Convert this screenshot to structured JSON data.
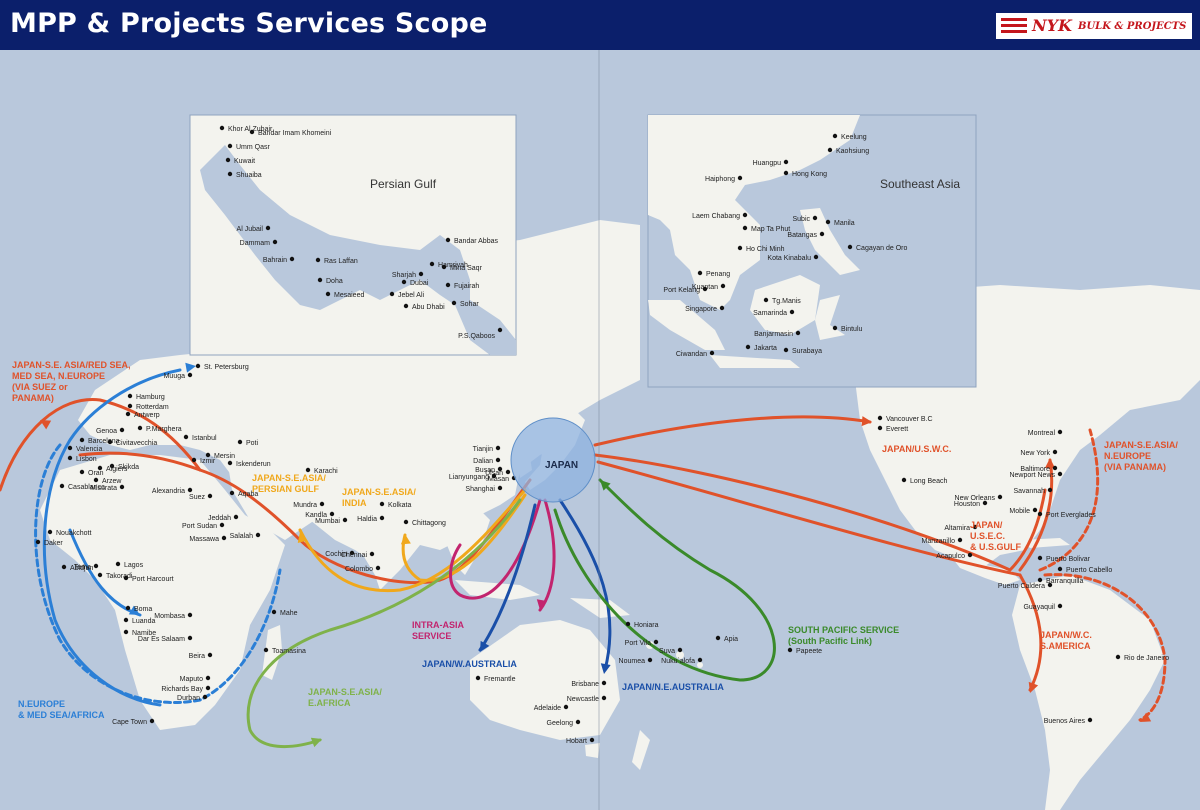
{
  "header": {
    "title": "MPP & Projects Services Scope",
    "brand_main": "NYK",
    "brand_sub": "BULK & PROJECTS"
  },
  "colors": {
    "background": "#b9c8dc",
    "land": "#f3f3ee",
    "header": "#0b1f6b",
    "red": "#e0522a",
    "blue": "#2b7fd6",
    "orange": "#f0a81c",
    "green_light": "#7fb24a",
    "green_dark": "#3a8a2a",
    "magenta": "#c2246e",
    "navy": "#1a4fa8"
  },
  "insets": {
    "persian_gulf": {
      "title": "Persian Gulf",
      "ports": [
        "Khor Al Zubair",
        "Bandar Imam Khomeini",
        "Umm Qasr",
        "Kuwait",
        "Shuaiba",
        "Al Jubail",
        "Dammam",
        "Bahrain",
        "Ras Laffan",
        "Doha",
        "Mesaieed",
        "Hamriyah",
        "Sharjah",
        "Dubai",
        "Jebel Ali",
        "Abu Dhabi",
        "Mina Saqr",
        "Fujairah",
        "Sohar",
        "Bandar Abbas",
        "P.S.Qaboos"
      ]
    },
    "southeast_asia": {
      "title": "Southeast Asia",
      "ports": [
        "Keelung",
        "Kaohsiung",
        "Huangpu",
        "Hong Kong",
        "Haiphong",
        "Laem Chabang",
        "Map Ta Phut",
        "Ho Chi Minh",
        "Subic",
        "Manila",
        "Batangas",
        "Cagayan de Oro",
        "Kota Kinabalu",
        "Penang",
        "Kuantan",
        "Port Kelang",
        "Singapore",
        "Tg.Manis",
        "Samarinda",
        "Bintulu",
        "Banjarmasin",
        "Jakarta",
        "Surabaya",
        "Ciwandan"
      ]
    }
  },
  "routes": [
    {
      "label_lines": [
        "JAPAN-S.E. ASIA/RED SEA,",
        "MED SEA, N.EUROPE",
        "(VIA SUEZ or",
        "PANAMA)"
      ],
      "color": "red"
    },
    {
      "label_lines": [
        "JAPAN-S.E.ASIA/",
        "PERSIAN GULF"
      ],
      "color": "orange"
    },
    {
      "label_lines": [
        "JAPAN-S.E.ASIA/",
        "INDIA"
      ],
      "color": "orange"
    },
    {
      "label_lines": [
        "INTRA-ASIA",
        "SERVICE"
      ],
      "color": "magenta"
    },
    {
      "label_lines": [
        "JAPAN/W.AUSTRALIA"
      ],
      "color": "navy"
    },
    {
      "label_lines": [
        "JAPAN/N.E.AUSTRALIA"
      ],
      "color": "navy"
    },
    {
      "label_lines": [
        "SOUTH PACIFIC SERVICE",
        "(South Pacific Link)"
      ],
      "color": "green_dark"
    },
    {
      "label_lines": [
        "JAPAN-S.E.ASIA/",
        "E.AFRICA"
      ],
      "color": "green_light"
    },
    {
      "label_lines": [
        "N.EUROPE",
        "& MED SEA/AFRICA"
      ],
      "color": "blue"
    },
    {
      "label_lines": [
        "JAPAN/U.S.W.C."
      ],
      "color": "red"
    },
    {
      "label_lines": [
        "JAPAN/",
        "U.S.E.C.",
        "& U.S.GULF"
      ],
      "color": "red"
    },
    {
      "label_lines": [
        "JAPAN-S.E.ASIA/",
        "N.EUROPE",
        "(VIA PANAMA)"
      ],
      "color": "red"
    },
    {
      "label_lines": [
        "JAPAN/W.C.",
        "S.AMERICA"
      ],
      "color": "red"
    }
  ],
  "hub": {
    "label": "JAPAN"
  },
  "ports": {
    "europe_africa": [
      "St. Petersburg",
      "Muuga",
      "Hamburg",
      "Rotterdam",
      "Antwerp",
      "Genoa",
      "P.Marghera",
      "Barcelona",
      "Civitavecchia",
      "Valencia",
      "Lisbon",
      "Skikda",
      "Oran",
      "Algiers",
      "Arzew",
      "Casablanca",
      "Misurata",
      "Istanbul",
      "Izmir",
      "Mersin",
      "Iskenderun",
      "Poti",
      "Alexandria",
      "Suez",
      "Aqaba",
      "Port Sudan",
      "Jeddah",
      "Massawa",
      "Salalah",
      "Nouakchott",
      "Daker",
      "Abidjan",
      "Tema",
      "Lagos",
      "Takoradi",
      "Port Harcourt",
      "Boma",
      "Luanda",
      "Namibe",
      "Mombasa",
      "Dar Es Salaam",
      "Mahe",
      "Toamasina",
      "Beira",
      "Maputo",
      "Richards Bay",
      "Durban",
      "Cape Town"
    ],
    "asia": [
      "Karachi",
      "Mundra",
      "Kandla",
      "Mumbai",
      "Kolkata",
      "Haldia",
      "Chittagong",
      "Cochin",
      "Chennai",
      "Colombo",
      "Tianjin",
      "Dalian",
      "Busan",
      "Masan",
      "Ulsan",
      "Lianyungang",
      "Shanghai"
    ],
    "oceania": [
      "Honiara",
      "Port Vila",
      "Suva",
      "Nuku`alofa",
      "Apia",
      "Noumea",
      "Papeete",
      "Fremantle",
      "Brisbane",
      "Newcastle",
      "Adelaide",
      "Geelong",
      "Hobart"
    ],
    "americas": [
      "Vancouver B.C",
      "Everett",
      "Long Beach",
      "Montreal",
      "New York",
      "Baltimore",
      "Newport News",
      "Savannah",
      "New Orleans",
      "Houston",
      "Mobile",
      "Port Everglades",
      "Altamira",
      "Manzanillo",
      "Acapulco",
      "Puerto Bolivar",
      "Puerto Cabello",
      "Barranquilla",
      "Puerto Caldera",
      "Guayaquil",
      "Rio de Janeiro",
      "Buenos Aires"
    ]
  }
}
